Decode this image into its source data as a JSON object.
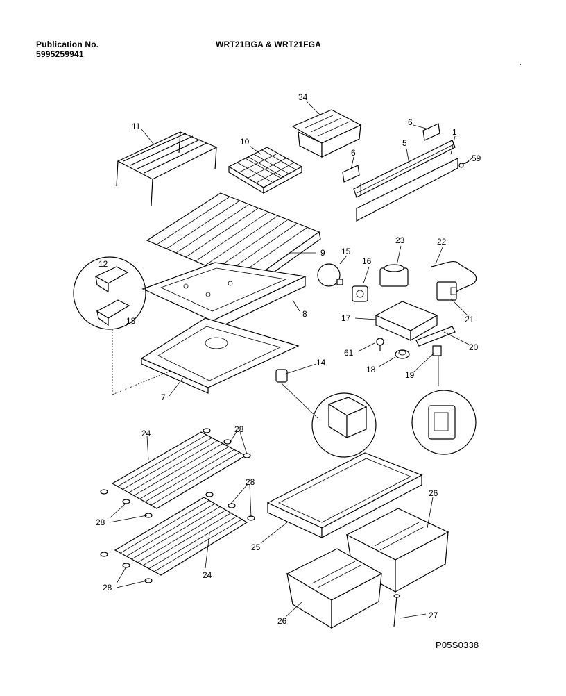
{
  "header": {
    "publication_label": "Publication No.",
    "publication_number": "5995259941",
    "model_title": "WRT21BGA & WRT21FGA"
  },
  "figure_code": "P05S0338",
  "callouts": {
    "c1": "1",
    "c5": "5",
    "c6a": "6",
    "c6b": "6",
    "c59": "59",
    "c34": "34",
    "c11": "11",
    "c10": "10",
    "c9": "9",
    "c8": "8",
    "c7": "7",
    "c12": "12",
    "c13": "13",
    "c14": "14",
    "c15": "15",
    "c16": "16",
    "c23": "23",
    "c22": "22",
    "c21": "21",
    "c17": "17",
    "c20": "20",
    "c61": "61",
    "c18": "18",
    "c19": "19",
    "c24a": "24",
    "c24b": "24",
    "c28a": "28",
    "c28b": "28",
    "c28c": "28",
    "c28d": "28",
    "c25": "25",
    "c26a": "26",
    "c26b": "26",
    "c27": "27"
  }
}
